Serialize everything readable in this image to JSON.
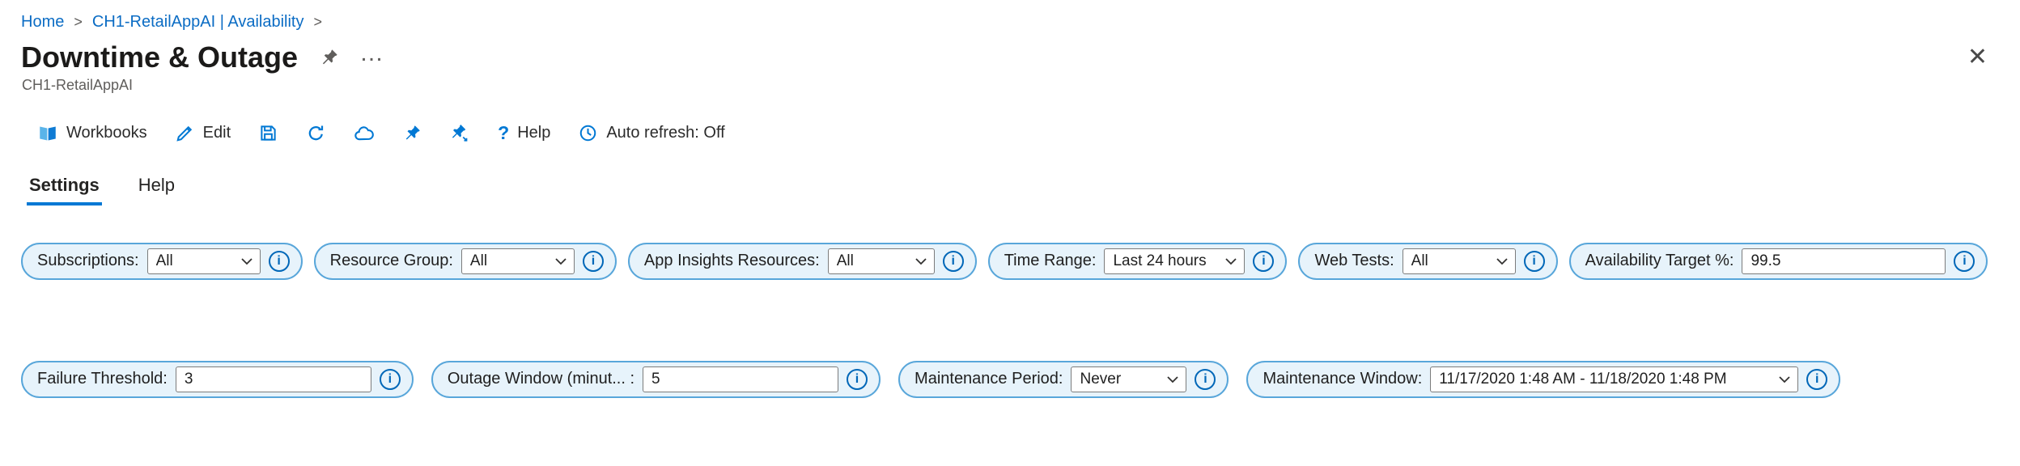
{
  "breadcrumb": {
    "separator": ">",
    "items": [
      {
        "label": "Home"
      },
      {
        "label": "CH1-RetailAppAI | Availability"
      }
    ]
  },
  "header": {
    "title": "Downtime & Outage",
    "subtitle": "CH1-RetailAppAI"
  },
  "toolbar": {
    "workbooks": "Workbooks",
    "edit": "Edit",
    "help": "Help",
    "auto_refresh": "Auto refresh: Off"
  },
  "tabs": [
    {
      "label": "Settings",
      "active": true
    },
    {
      "label": "Help",
      "active": false
    }
  ],
  "filters": {
    "row1": [
      {
        "label": "Subscriptions:",
        "type": "dropdown",
        "value": "All"
      },
      {
        "label": "Resource Group:",
        "type": "dropdown",
        "value": "All"
      },
      {
        "label": "App Insights Resources:",
        "type": "dropdown",
        "value": "All"
      },
      {
        "label": "Time Range:",
        "type": "dropdown",
        "value": "Last 24 hours"
      },
      {
        "label": "Web Tests:",
        "type": "dropdown",
        "value": "All"
      },
      {
        "label": "Availability Target %:",
        "type": "input",
        "value": "99.5"
      }
    ],
    "row2": [
      {
        "label": "Failure Threshold:",
        "type": "input",
        "value": "3"
      },
      {
        "label": "Outage Window (minut... :",
        "type": "input",
        "value": "5"
      },
      {
        "label": "Maintenance Period:",
        "type": "dropdown",
        "value": "Never"
      },
      {
        "label": "Maintenance Window:",
        "type": "dropdown",
        "value": "11/17/2020 1:48 AM - 11/18/2020 1:48 PM"
      }
    ]
  },
  "icons": {
    "close": "✕",
    "ellipsis": "…",
    "help": "?",
    "info": "i"
  },
  "colors": {
    "accent": "#0078d4",
    "pill_background": "#e7f3fb",
    "pill_border": "#58a6da",
    "link": "#0b6cc4",
    "info_icon": "#0067b8"
  }
}
